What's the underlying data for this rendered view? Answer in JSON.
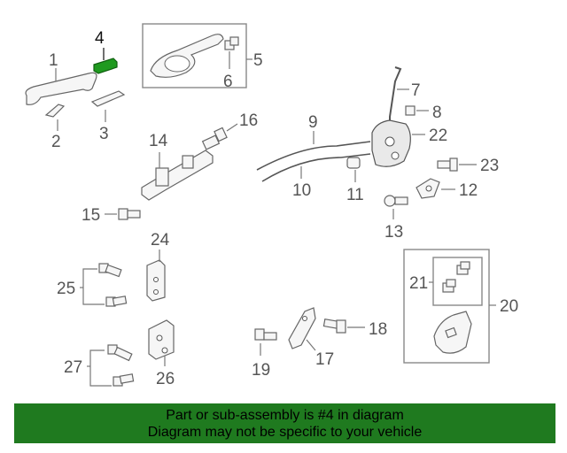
{
  "callouts": {
    "c1": "1",
    "c2": "2",
    "c3": "3",
    "c4": "4",
    "c5": "5",
    "c6": "6",
    "c7": "7",
    "c8": "8",
    "c9": "9",
    "c10": "10",
    "c11": "11",
    "c12": "12",
    "c13": "13",
    "c14": "14",
    "c15": "15",
    "c16": "16",
    "c17": "17",
    "c18": "18",
    "c19": "19",
    "c20": "20",
    "c21": "21",
    "c22": "22",
    "c23": "23",
    "c24": "24",
    "c25": "25",
    "c26": "26",
    "c27": "27"
  },
  "highlight_color": "#1f9a1f",
  "banner": {
    "line1": "Part or sub-assembly is #4 in diagram",
    "line2": "Diagram may not be specific to your vehicle",
    "background": "#1f7a1f"
  }
}
